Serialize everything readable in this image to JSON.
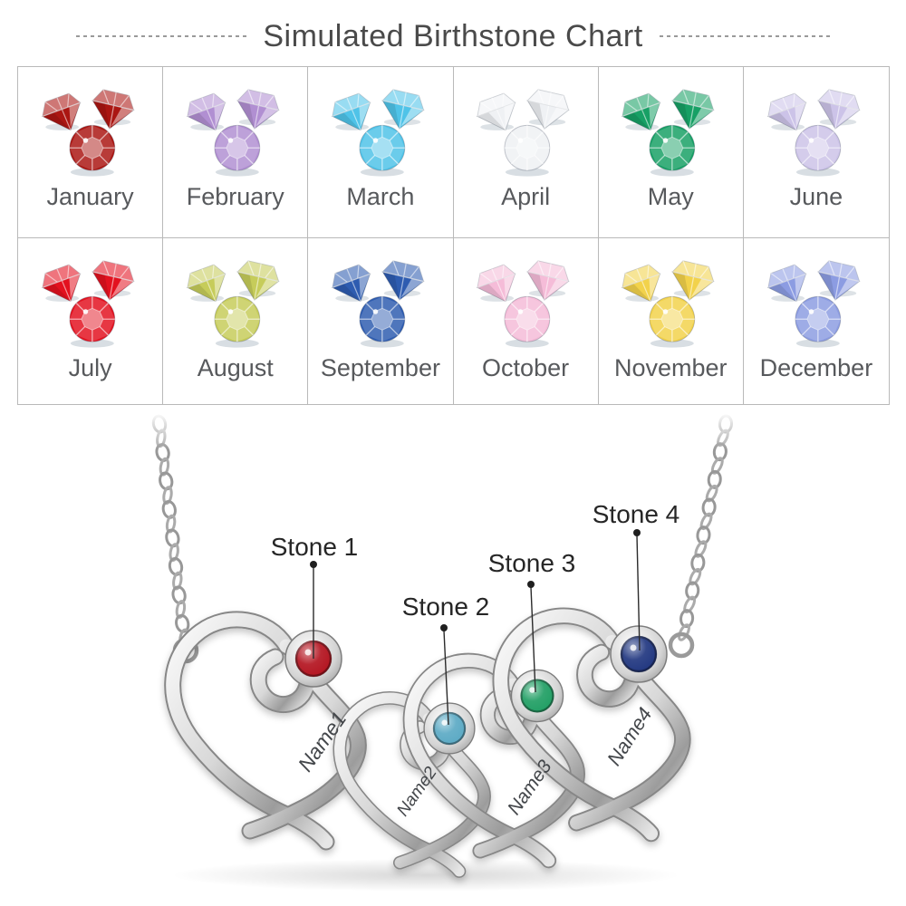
{
  "title": {
    "text": "Simulated Birthstone Chart"
  },
  "months": [
    {
      "label": "January",
      "color": "#ab1612"
    },
    {
      "label": "February",
      "color": "#b18fd2"
    },
    {
      "label": "March",
      "color": "#4fc3e8"
    },
    {
      "label": "April",
      "color": "#eff1f4"
    },
    {
      "label": "May",
      "color": "#17a065"
    },
    {
      "label": "June",
      "color": "#ccc3e8"
    },
    {
      "label": "July",
      "color": "#e3111f"
    },
    {
      "label": "August",
      "color": "#c6cc5a"
    },
    {
      "label": "September",
      "color": "#2e5cb0"
    },
    {
      "label": "October",
      "color": "#f5bcd8"
    },
    {
      "label": "November",
      "color": "#f2d24b"
    },
    {
      "label": "December",
      "color": "#8c9ce2"
    }
  ],
  "necklace": {
    "stones": [
      {
        "label": "Stone 1",
        "color": "#b3121e"
      },
      {
        "label": "Stone 2",
        "color": "#5aa9c4"
      },
      {
        "label": "Stone 3",
        "color": "#1f9e63"
      },
      {
        "label": "Stone 4",
        "color": "#1f357f"
      }
    ],
    "names": [
      "Name1",
      "Name2",
      "Name3",
      "Name4"
    ],
    "metal_color": "#c9c9c9"
  }
}
